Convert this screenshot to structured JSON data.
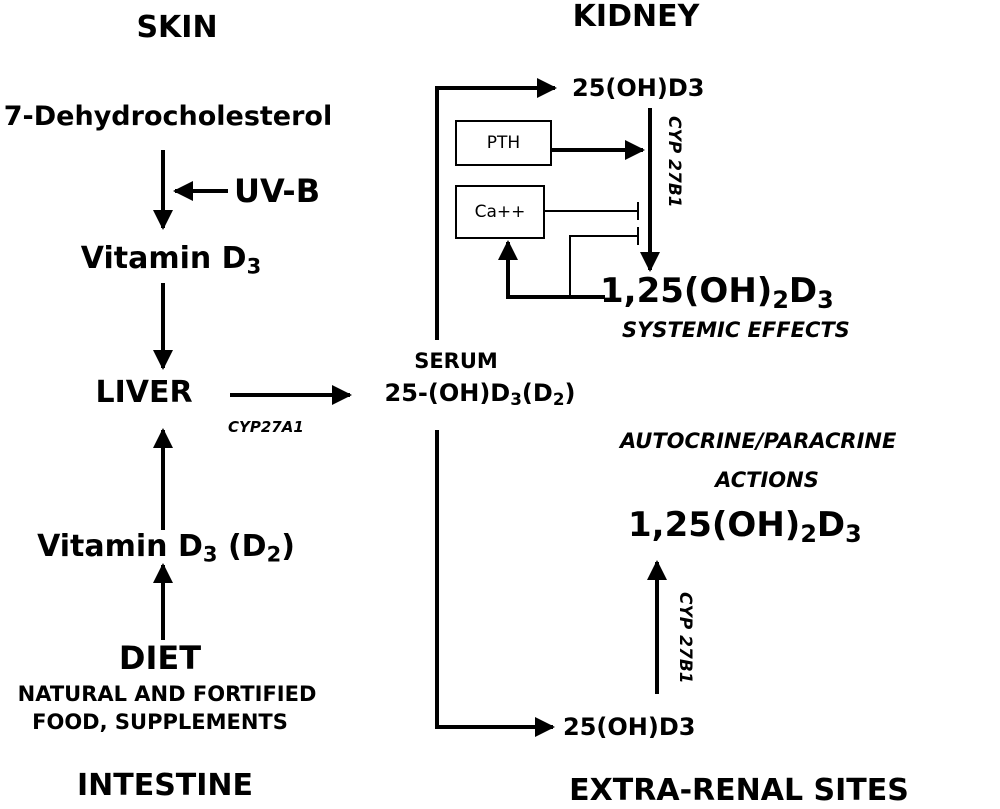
{
  "skin": {
    "heading": "SKIN",
    "precursor": "7-Dehydrocholesterol",
    "uv": "UV-B",
    "product_base": "Vitamin D",
    "product_sub": "3"
  },
  "liver": {
    "label": "LIVER",
    "enzyme": "CYP27A1"
  },
  "intestine": {
    "vitamin_base": "Vitamin D",
    "vitamin_sub": "3",
    "vitamin_paren_open": " (D",
    "vitamin_paren_sub": "2",
    "vitamin_paren_close": ")",
    "diet": "DIET",
    "diet_line1": "NATURAL AND FORTIFIED",
    "diet_line2": "FOOD, SUPPLEMENTS",
    "heading": "INTESTINE"
  },
  "serum": {
    "label": "SERUM",
    "compound_part1": "25-(OH)D",
    "compound_sub1": "3",
    "compound_part2": "(D",
    "compound_sub2": "2",
    "compound_part3": ")"
  },
  "kidney": {
    "heading": "KIDNEY",
    "substrate": "25(OH)D3",
    "pth": "PTH",
    "calcium": "Ca++",
    "enzyme": "CYP 27B1",
    "product_a": "1,25(OH)",
    "product_sub_a": "2",
    "product_b": "D",
    "product_sub_b": "3",
    "effects": "SYSTEMIC EFFECTS"
  },
  "extra_renal": {
    "actions_line1": "AUTOCRINE/PARACRINE",
    "actions_line2": "ACTIONS",
    "product_a": "1,25(OH)",
    "product_sub_a": "2",
    "product_b": "D",
    "product_sub_b": "3",
    "enzyme": "CYP 27B1",
    "substrate": "25(OH)D3",
    "heading": "EXTRA-RENAL SITES"
  }
}
